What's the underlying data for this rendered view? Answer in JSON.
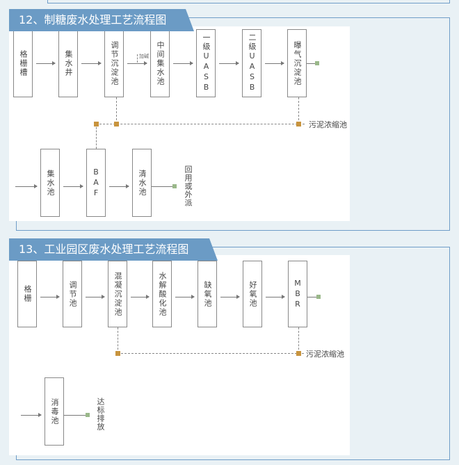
{
  "section12": {
    "title": "12、制糖废水处理工艺流程图",
    "row1": [
      "格栅槽",
      "集水井",
      "调节沉淀池",
      "中间集水池",
      "一级UASB",
      "二级UASB",
      "曝气沉淀池"
    ],
    "dosing_label": "加碱",
    "sludge_label": "污泥浓缩池",
    "row2": [
      "集水池",
      "BAF",
      "清水池"
    ],
    "outlet_label": "回用或外派"
  },
  "section13": {
    "title": "13、工业园区废水处理工艺流程图",
    "row1": [
      "格栅",
      "调节池",
      "混凝沉淀池",
      "水解酸化池",
      "缺氧池",
      "好氧池",
      "MBR"
    ],
    "sludge_label": "污泥浓缩池",
    "row2": [
      "消毒池"
    ],
    "outlet_label": "达标排放"
  }
}
